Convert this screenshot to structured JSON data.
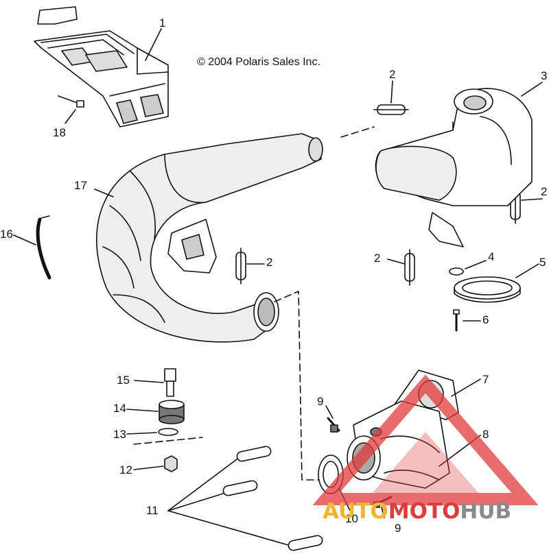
{
  "copyright": "© 2004 Polaris Sales Inc.",
  "callouts": [
    {
      "id": "c1",
      "text": "1"
    },
    {
      "id": "c2a",
      "text": "2"
    },
    {
      "id": "c2b",
      "text": "2"
    },
    {
      "id": "c2c",
      "text": "2"
    },
    {
      "id": "c2d",
      "text": "2"
    },
    {
      "id": "c3",
      "text": "3"
    },
    {
      "id": "c4",
      "text": "4"
    },
    {
      "id": "c5",
      "text": "5"
    },
    {
      "id": "c6",
      "text": "6"
    },
    {
      "id": "c7",
      "text": "7"
    },
    {
      "id": "c8",
      "text": "8"
    },
    {
      "id": "c9a",
      "text": "9"
    },
    {
      "id": "c9b",
      "text": "9"
    },
    {
      "id": "c10",
      "text": "10"
    },
    {
      "id": "c11",
      "text": "11"
    },
    {
      "id": "c12",
      "text": "12"
    },
    {
      "id": "c13",
      "text": "13"
    },
    {
      "id": "c14",
      "text": "14"
    },
    {
      "id": "c15",
      "text": "15"
    },
    {
      "id": "c16",
      "text": "16"
    },
    {
      "id": "c17",
      "text": "17"
    },
    {
      "id": "c18",
      "text": "18"
    }
  ],
  "watermark": {
    "part1": "AUTO",
    "part2": "MOTO",
    "part3": "HUB"
  },
  "colors": {
    "line": "#111111",
    "watermark_red": "#e03b3b",
    "watermark_yellow": "#f0b433",
    "watermark_gray": "#8a8a8a"
  }
}
